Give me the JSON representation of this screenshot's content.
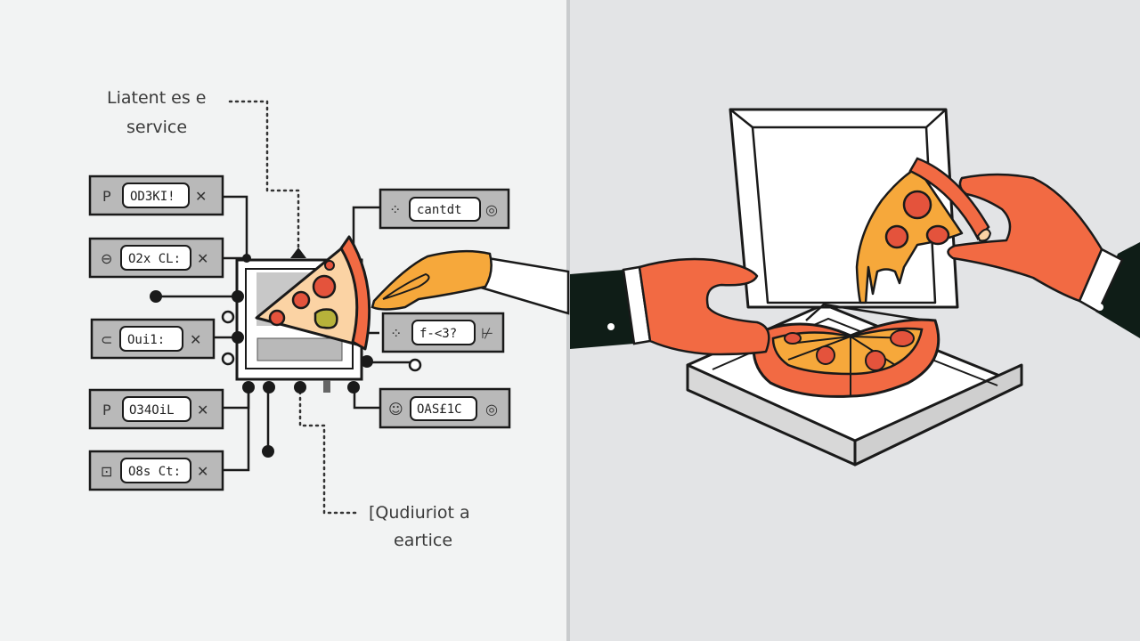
{
  "panels": {
    "left": {
      "background": "#f2f3f3",
      "callout_top": {
        "line1": "Liatent es e",
        "line2": "service"
      },
      "callout_bottom": {
        "line1": "[Qudiuriot a",
        "line2": "eartice"
      },
      "left_modules": [
        {
          "icon": "P",
          "label": "OD3KI!",
          "action": "✕"
        },
        {
          "icon": "⊖",
          "label": "O2x CL:",
          "action": "✕"
        },
        {
          "icon": "⊂",
          "label": "Oui1:",
          "action": "✕"
        },
        {
          "icon": "P",
          "label": "O34OiL",
          "action": "✕"
        },
        {
          "icon": "⊡",
          "label": "O8s Ct:",
          "action": "✕"
        }
      ],
      "right_modules": [
        {
          "icon": "⁘",
          "label": "cantdt",
          "action": "◎"
        },
        {
          "icon": "⁘",
          "label": "f-<3?",
          "action": "⊬"
        },
        {
          "icon": "☺",
          "label": "OAS£1C",
          "action": "◎"
        }
      ]
    },
    "right": {
      "background": "#e3e4e6"
    }
  },
  "colors": {
    "outline": "#1a1a1a",
    "module_fill": "#b9b9b9",
    "crust": "#f26a43",
    "cheese_light": "#fbd3a4",
    "cheese": "#f6a83b",
    "pepperoni": "#e4533c",
    "olive": "#b7b23a",
    "hand_orange": "#f26a43",
    "hand_yellow": "#f6a83b",
    "sleeve": "#0f1d17"
  }
}
